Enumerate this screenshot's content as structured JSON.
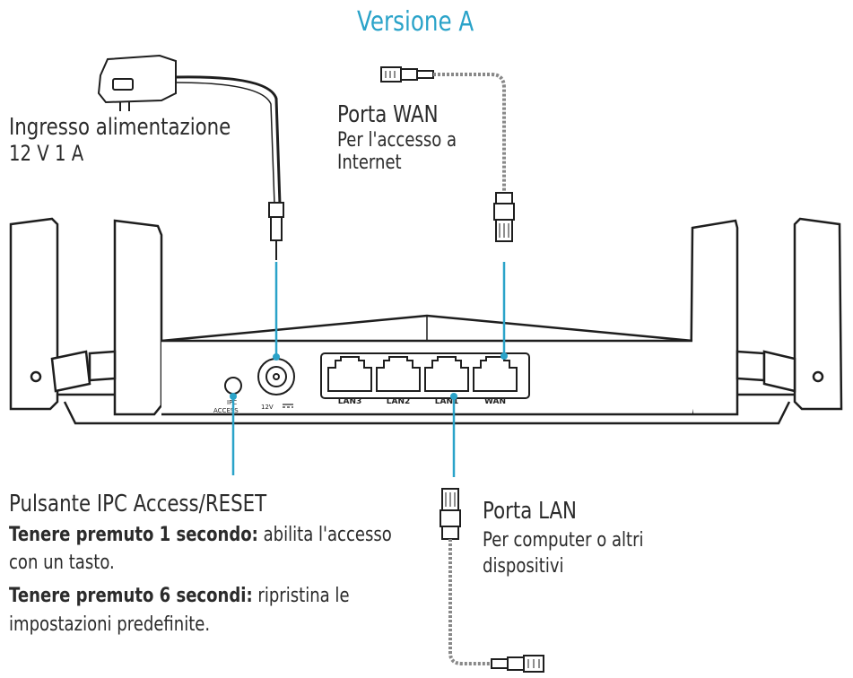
{
  "title": "Versione A",
  "power": {
    "line1": "Ingresso alimentazione",
    "line2": "12 V 1 A"
  },
  "wan": {
    "line1": "Porta WAN",
    "line2": "Per l'accesso a",
    "line3": "Internet"
  },
  "reset": {
    "heading": "Pulsante IPC Access/RESET",
    "press1_bold": "Tenere premuto 1 secondo:",
    "press1_text": " abilita l'accesso",
    "press1_cont": "con un tasto.",
    "press6_bold": "Tenere premuto 6 secondi:",
    "press6_text": " ripristina le",
    "press6_cont": "impostazioni predefinite."
  },
  "lan": {
    "line1": "Porta LAN",
    "line2": "Per computer o altri",
    "line3": "dispositivi"
  },
  "router_labels": {
    "ipc_top": "IPC",
    "ipc_bottom": "ACCESS",
    "power_jack": "12V",
    "ports": [
      "LAN3",
      "LAN2",
      "LAN1",
      "WAN"
    ]
  },
  "colors": {
    "accent": "#2aa3c9",
    "outline": "#1e1e1e"
  }
}
